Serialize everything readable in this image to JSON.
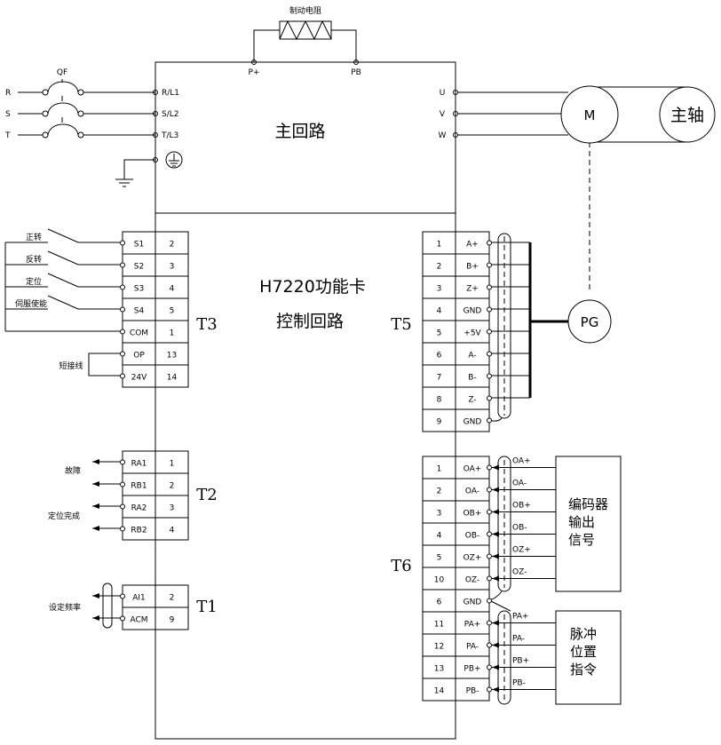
{
  "top": {
    "brake_resistor": "制动电阻",
    "p_plus": "P+",
    "pb": "PB",
    "qf": "QF",
    "inputs": [
      "R",
      "S",
      "T"
    ],
    "power_terminals": [
      "R/L1",
      "S/L2",
      "T/L3"
    ],
    "outputs": [
      "U",
      "V",
      "W"
    ],
    "main_circuit": "主回路",
    "motor": "M",
    "spindle": "主轴",
    "pg": "PG"
  },
  "card": {
    "title": "H7220功能卡",
    "subtitle": "控制回路"
  },
  "t3": {
    "tag": "T3",
    "switch_labels": [
      "正转",
      "反转",
      "定位",
      "伺服使能"
    ],
    "jumper_label": "短接线",
    "rows": [
      {
        "name": "S1",
        "num": "2"
      },
      {
        "name": "S2",
        "num": "3"
      },
      {
        "name": "S3",
        "num": "4"
      },
      {
        "name": "S4",
        "num": "5"
      },
      {
        "name": "COM",
        "num": "1"
      },
      {
        "name": "OP",
        "num": "13"
      },
      {
        "name": "24V",
        "num": "14"
      }
    ]
  },
  "t2": {
    "tag": "T2",
    "labels": [
      "故障",
      "定位完成"
    ],
    "rows": [
      {
        "name": "RA1",
        "num": "1"
      },
      {
        "name": "RB1",
        "num": "2"
      },
      {
        "name": "RA2",
        "num": "3"
      },
      {
        "name": "RB2",
        "num": "4"
      }
    ]
  },
  "t1": {
    "tag": "T1",
    "label": "设定频率",
    "rows": [
      {
        "name": "AI1",
        "num": "2"
      },
      {
        "name": "ACM",
        "num": "9"
      }
    ]
  },
  "t5": {
    "tag": "T5",
    "rows": [
      {
        "num": "1",
        "name": "A+"
      },
      {
        "num": "2",
        "name": "B+"
      },
      {
        "num": "3",
        "name": "Z+"
      },
      {
        "num": "4",
        "name": "GND"
      },
      {
        "num": "5",
        "name": "+5V"
      },
      {
        "num": "6",
        "name": "A-"
      },
      {
        "num": "7",
        "name": "B-"
      },
      {
        "num": "8",
        "name": "Z-"
      },
      {
        "num": "9",
        "name": "GND"
      }
    ]
  },
  "t6": {
    "tag": "T6",
    "rows": [
      {
        "num": "1",
        "name": "OA+",
        "sig": "OA+"
      },
      {
        "num": "2",
        "name": "OA-",
        "sig": "OA-"
      },
      {
        "num": "3",
        "name": "OB+",
        "sig": "OB+"
      },
      {
        "num": "4",
        "name": "OB-",
        "sig": "OB-"
      },
      {
        "num": "5",
        "name": "OZ+",
        "sig": "OZ+"
      },
      {
        "num": "10",
        "name": "OZ-",
        "sig": "OZ-"
      },
      {
        "num": "6",
        "name": "GND",
        "sig": ""
      },
      {
        "num": "11",
        "name": "PA+",
        "sig": "PA+"
      },
      {
        "num": "12",
        "name": "PA-",
        "sig": "PA-"
      },
      {
        "num": "13",
        "name": "PB+",
        "sig": "PB+"
      },
      {
        "num": "14",
        "name": "PB-",
        "sig": "PB-"
      }
    ],
    "encoder_box": [
      "编码器",
      "输出",
      "信号"
    ],
    "pulse_box": [
      "脉冲",
      "位置",
      "指令"
    ]
  }
}
